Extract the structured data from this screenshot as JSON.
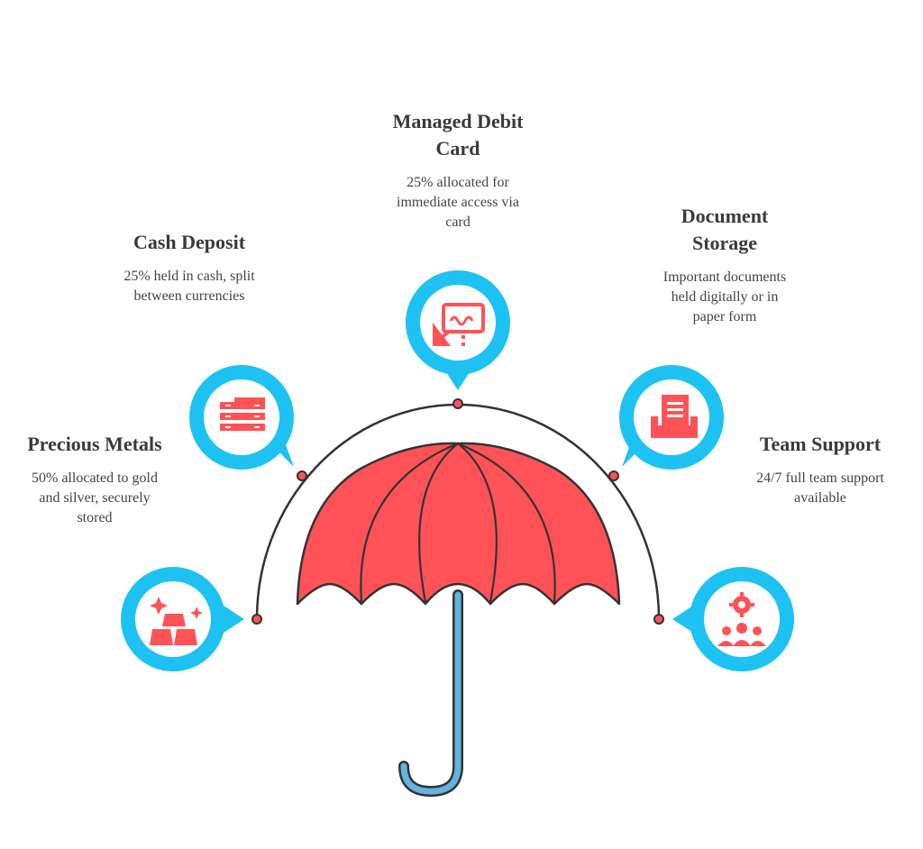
{
  "colors": {
    "accent_blue": "#1ec2f2",
    "icon_red": "#ff5257",
    "canopy_red": "#ff5257",
    "handle_blue": "#63b4e0",
    "outline": "#333333"
  },
  "items": [
    {
      "key": "precious_metals",
      "title": "Precious Metals",
      "description": "50% allocated to gold\nand silver, securely\nstored",
      "icon": "gold-bars-icon"
    },
    {
      "key": "cash_deposit",
      "title": "Cash Deposit",
      "description": "25% held in cash, split\nbetween currencies",
      "icon": "cash-stack-icon"
    },
    {
      "key": "managed_debit_card",
      "title": "Managed Debit\nCard",
      "description": "25% allocated for\nimmediate access via\ncard",
      "icon": "card-payment-icon"
    },
    {
      "key": "document_storage",
      "title": "Document\nStorage",
      "description": "Important documents\nheld digitally or in\npaper form",
      "icon": "document-tray-icon"
    },
    {
      "key": "team_support",
      "title": "Team Support",
      "description": "24/7 full team support\navailable",
      "icon": "team-support-icon"
    }
  ]
}
